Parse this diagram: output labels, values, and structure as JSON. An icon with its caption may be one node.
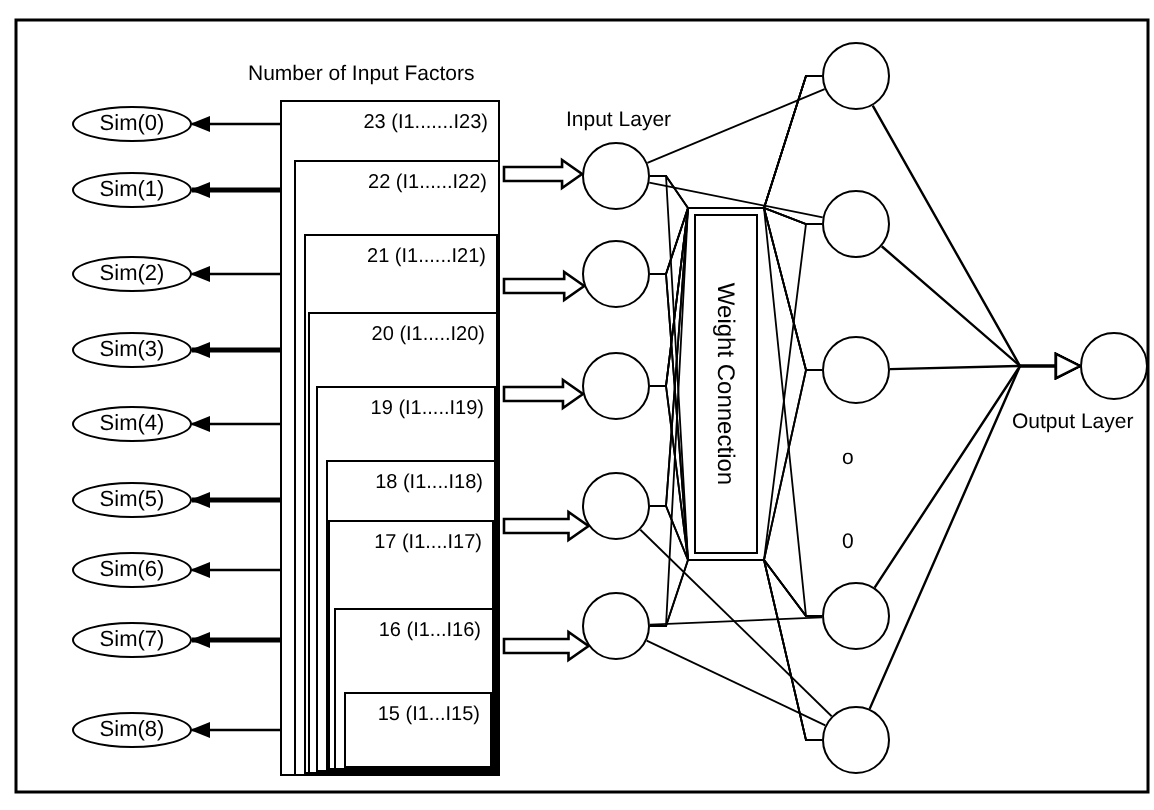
{
  "diagram": {
    "nodes": [
      {
        "text": [
          "Sim(0)"
        ]
      },
      {
        "text": [
          "Sim(1)"
        ]
      },
      {
        "text": [
          "Sim(2)"
        ]
      },
      {
        "text": [
          "Sim(3)"
        ]
      },
      {
        "text": [
          "Sim(4)"
        ]
      },
      {
        "text": [
          "Sim(5)"
        ]
      },
      {
        "text": [
          "Sim(6)"
        ]
      },
      {
        "text": [
          "Sim(7)"
        ]
      },
      {
        "text": [
          "Sim(8)"
        ]
      },
      {
        "text": [
          "23 (I1.......I23)"
        ]
      },
      {
        "text": [
          "22 (I1......I22)"
        ],
        "in": 9
      },
      {
        "text": [
          "21 (I1......I21)"
        ],
        "in": 10
      },
      {
        "text": [
          "20 (I1.....I20)"
        ],
        "in": 11
      },
      {
        "text": [
          "19 (I1.....I19)"
        ],
        "in": 12
      },
      {
        "text": [
          "18 (I1....I18)"
        ],
        "in": 13
      },
      {
        "text": [
          "17 (I1....I17)"
        ],
        "in": 14
      },
      {
        "text": [
          "16 (I1...I16)"
        ],
        "in": 15
      },
      {
        "text": [
          "15 (I1...I15)"
        ],
        "in": 16
      },
      {
        "text": [],
        "shape": "circle"
      },
      {
        "text": [],
        "shape": "circle"
      },
      {
        "text": [],
        "shape": "circle"
      },
      {
        "text": [],
        "shape": "circle"
      },
      {
        "text": [],
        "shape": "circle"
      },
      {
        "text": [
          "Weight Connection"
        ]
      },
      {
        "text": [],
        "shape": "circle"
      },
      {
        "text": [],
        "shape": "circle"
      },
      {
        "text": [],
        "shape": "circle"
      },
      {
        "text": [],
        "shape": "circle"
      },
      {
        "text": [],
        "shape": "circle"
      },
      {
        "text": [],
        "shape": "circle"
      }
    ],
    "edges": [
      {
        "from": 9,
        "to": 0,
        "arrow": "to"
      },
      {
        "from": 10,
        "to": 1,
        "arrow": "to",
        "style": "thick"
      },
      {
        "from": 11,
        "to": 2,
        "arrow": "to"
      },
      {
        "from": 12,
        "to": 3,
        "arrow": "to",
        "style": "thick"
      },
      {
        "from": 13,
        "to": 4,
        "arrow": "to"
      },
      {
        "from": 14,
        "to": 5,
        "arrow": "to",
        "style": "thick"
      },
      {
        "from": 15,
        "to": 6,
        "arrow": "to"
      },
      {
        "from": 16,
        "to": 7,
        "arrow": "to",
        "style": "thick"
      },
      {
        "from": 17,
        "to": 8,
        "arrow": "to"
      },
      {
        "from": 9,
        "to": 18,
        "arrow": "to",
        "style": "thick"
      },
      {
        "from": 9,
        "to": 19,
        "arrow": "to",
        "style": "thick"
      },
      {
        "from": 9,
        "to": 20,
        "arrow": "to",
        "style": "thick"
      },
      {
        "from": 9,
        "to": 21,
        "arrow": "to",
        "style": "thick"
      },
      {
        "from": 9,
        "to": 22,
        "arrow": "to",
        "style": "thick"
      },
      {
        "from": 18,
        "to": 24,
        "arrow": "none"
      },
      {
        "from": 18,
        "to": 25,
        "arrow": "none"
      },
      {
        "from": 18,
        "to": 26,
        "arrow": "none"
      },
      {
        "from": 18,
        "to": 27,
        "arrow": "none"
      },
      {
        "from": 18,
        "to": 28,
        "arrow": "none"
      },
      {
        "from": 19,
        "to": 24,
        "arrow": "none"
      },
      {
        "from": 19,
        "to": 25,
        "arrow": "none"
      },
      {
        "from": 19,
        "to": 26,
        "arrow": "none"
      },
      {
        "from": 19,
        "to": 27,
        "arrow": "none"
      },
      {
        "from": 19,
        "to": 28,
        "arrow": "none"
      },
      {
        "from": 20,
        "to": 24,
        "arrow": "none"
      },
      {
        "from": 20,
        "to": 25,
        "arrow": "none"
      },
      {
        "from": 20,
        "to": 26,
        "arrow": "none"
      },
      {
        "from": 20,
        "to": 27,
        "arrow": "none"
      },
      {
        "from": 20,
        "to": 28,
        "arrow": "none"
      },
      {
        "from": 21,
        "to": 24,
        "arrow": "none"
      },
      {
        "from": 21,
        "to": 25,
        "arrow": "none"
      },
      {
        "from": 21,
        "to": 26,
        "arrow": "none"
      },
      {
        "from": 21,
        "to": 27,
        "arrow": "none"
      },
      {
        "from": 21,
        "to": 28,
        "arrow": "none"
      },
      {
        "from": 22,
        "to": 24,
        "arrow": "none"
      },
      {
        "from": 22,
        "to": 25,
        "arrow": "none"
      },
      {
        "from": 22,
        "to": 26,
        "arrow": "none"
      },
      {
        "from": 22,
        "to": 27,
        "arrow": "none"
      },
      {
        "from": 22,
        "to": 28,
        "arrow": "none"
      },
      {
        "from": 24,
        "to": 29,
        "arrow": "to"
      },
      {
        "from": 25,
        "to": 29,
        "arrow": "to"
      },
      {
        "from": 26,
        "to": 29,
        "arrow": "to"
      },
      {
        "from": 27,
        "to": 29,
        "arrow": "to"
      },
      {
        "from": 28,
        "to": 29,
        "arrow": "to"
      }
    ],
    "labels": [
      "Number of Input Factors",
      "Input Layer",
      "o",
      "0",
      "Output Layer"
    ]
  }
}
